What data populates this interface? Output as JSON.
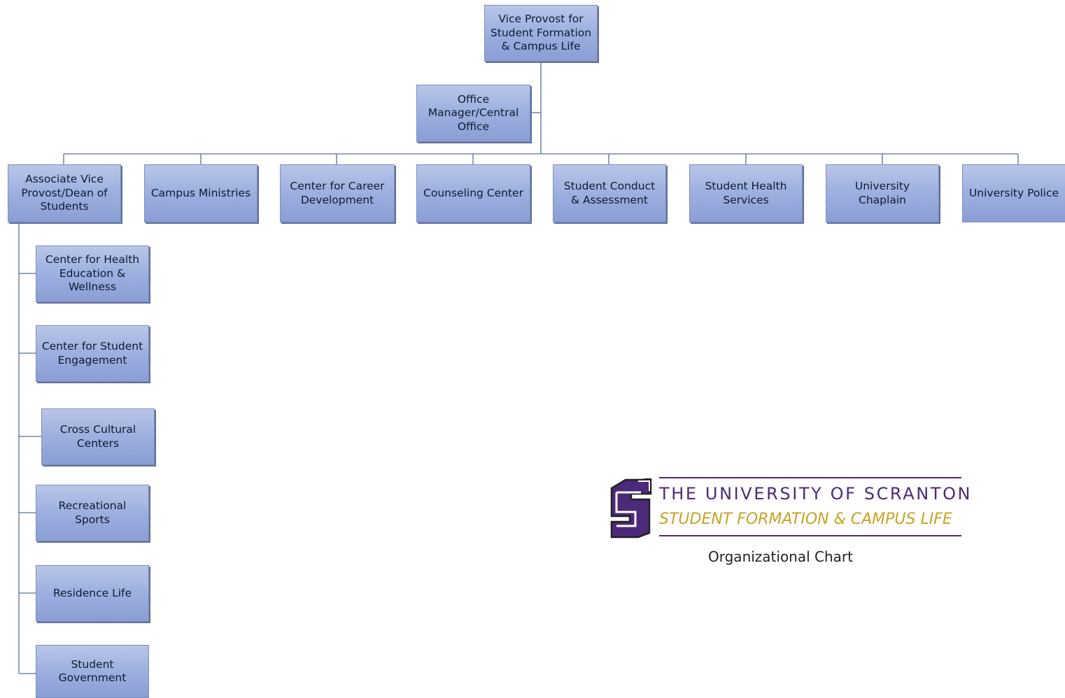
{
  "chart": {
    "top": "Vice Provost for\nStudent Formation\n& Campus Life",
    "assistant": "Office\nManager/Central\nOffice",
    "departments": [
      "Associate Vice\nProvost/Dean of\nStudents",
      "Campus Ministries",
      "Center for Career\nDevelopment",
      "Counseling Center",
      "Student Conduct\n& Assessment",
      "Student Health\nServices",
      "University\nChaplain",
      "University Police"
    ],
    "dean_units": [
      "Center for Health\nEducation &\nWellness",
      "Center for Student\nEngagement",
      "Cross Cultural\nCenters",
      "Recreational\nSports",
      "Residence Life",
      "Student\nGovernment"
    ]
  },
  "logo": {
    "mark": "S",
    "title": "THE UNIVERSITY OF SCRANTON",
    "subtitle": "STUDENT FORMATION & CAMPUS LIFE",
    "caption": "Organizational Chart",
    "colors": {
      "purple": "#4c2a7a",
      "gold": "#c9a227"
    }
  },
  "colors": {
    "box_fill": "#9fb1df",
    "box_border": "#7d8fbf",
    "connector": "#5b6d9e"
  }
}
